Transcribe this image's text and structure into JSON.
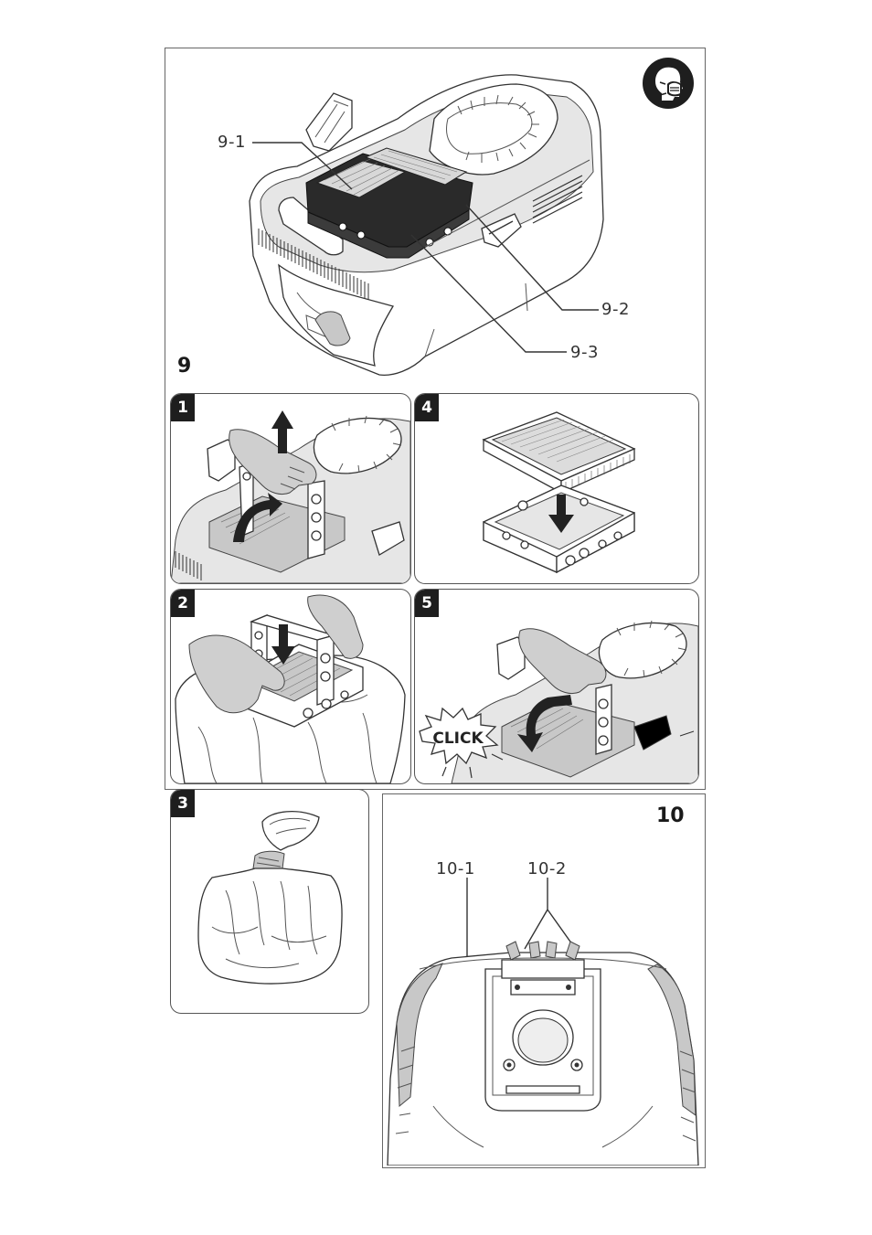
{
  "figure9": {
    "number": "9",
    "callouts": {
      "c1": "9-1",
      "c2": "9-2",
      "c3": "9-3"
    },
    "icon": "dust-mask-icon"
  },
  "steps": {
    "s1": "1",
    "s2": "2",
    "s3": "3",
    "s4": "4",
    "s5": "5",
    "click_text": "CLICK"
  },
  "figure10": {
    "number": "10",
    "callouts": {
      "c1": "10-1",
      "c2": "10-2"
    }
  }
}
